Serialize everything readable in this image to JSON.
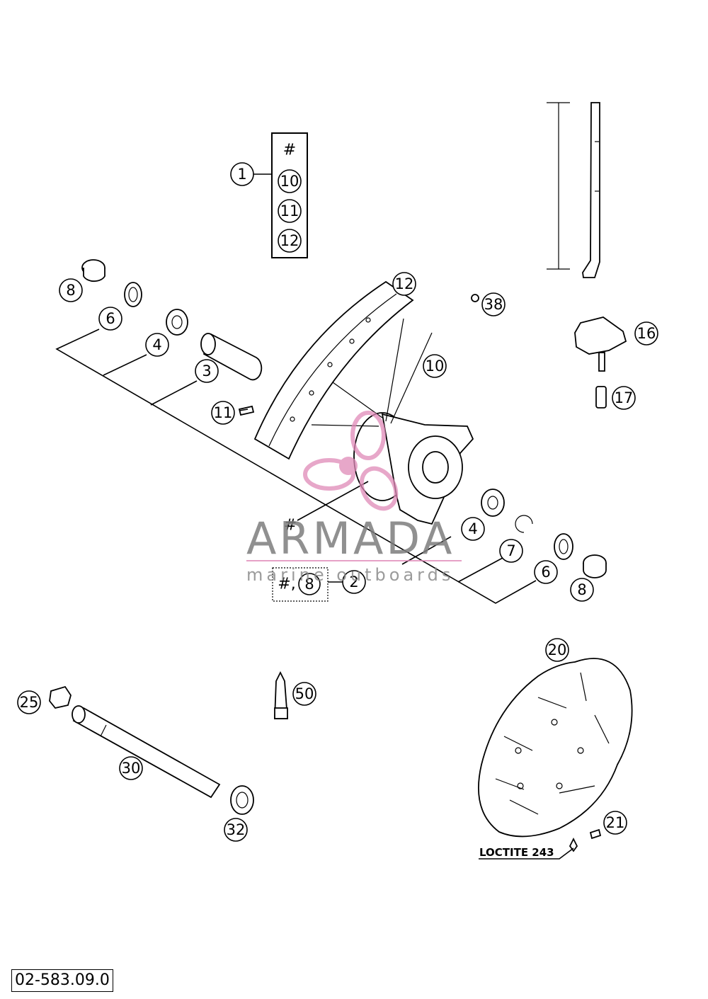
{
  "diagram": {
    "legend_box": {
      "labels": [
        "#",
        "10",
        "11",
        "12"
      ]
    },
    "callouts": [
      {
        "id": "c1",
        "label": "1"
      },
      {
        "id": "c2",
        "label": "2"
      },
      {
        "id": "c3",
        "label": "3"
      },
      {
        "id": "c4a",
        "label": "4"
      },
      {
        "id": "c4b",
        "label": "4"
      },
      {
        "id": "c6a",
        "label": "6"
      },
      {
        "id": "c6b",
        "label": "6"
      },
      {
        "id": "c7",
        "label": "7"
      },
      {
        "id": "c8a",
        "label": "8"
      },
      {
        "id": "c8b",
        "label": "8"
      },
      {
        "id": "c10",
        "label": "10"
      },
      {
        "id": "c11",
        "label": "11"
      },
      {
        "id": "c12",
        "label": "12"
      },
      {
        "id": "c16",
        "label": "16"
      },
      {
        "id": "c17",
        "label": "17"
      },
      {
        "id": "c20",
        "label": "20"
      },
      {
        "id": "c21",
        "label": "21"
      },
      {
        "id": "c25",
        "label": "25"
      },
      {
        "id": "c30",
        "label": "30"
      },
      {
        "id": "c32",
        "label": "32"
      },
      {
        "id": "c38",
        "label": "38"
      },
      {
        "id": "c50",
        "label": "50"
      }
    ],
    "hub_marker": "#",
    "kit_box": {
      "prefix": "#,",
      "number": "8"
    },
    "loctite_label": "LOCTITE 243",
    "watermark": {
      "name": "ARMADA",
      "subtitle": "marine outboards",
      "color": "#e08ab8"
    },
    "page_code": "02-583.09.0"
  }
}
